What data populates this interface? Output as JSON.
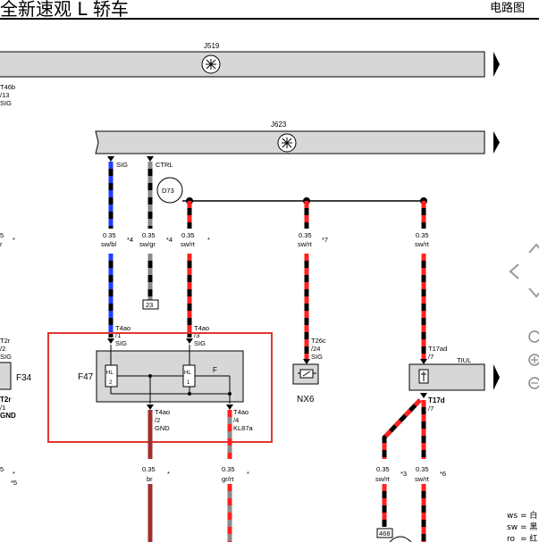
{
  "header": {
    "title": "全新速观 L 轿车",
    "doc_type": "电路图"
  },
  "colors": {
    "bus_fill": "#d7d7d7",
    "outline": "#000000",
    "sw": "#000000",
    "bl": "#1f3dff",
    "rt": "#ff2020",
    "gr": "#8a8a8a",
    "br": "#a03030",
    "highlight": "#e0372e"
  },
  "modules": {
    "j519": "J519",
    "j623": "J623",
    "f47": "F47",
    "f34": "F34",
    "nx6": "NX6",
    "d73": "D73",
    "tiul": "TIUL",
    "f47_label": "F",
    "hl": "HL",
    "hl_pin2": "2",
    "hl_pin1": "1",
    "conn_23": "23",
    "conn_468": "468"
  },
  "j623_pins": {
    "sig": "SIG",
    "ctrl": "CTRL"
  },
  "left_edge": {
    "t46b": [
      "T46b",
      "/13",
      "SIG"
    ],
    "t2r_top": [
      "T2r",
      "/2",
      "SIG"
    ],
    "t2r_bot": [
      "T2r",
      "/1",
      "GND"
    ],
    "wire_a": [
      "5",
      "r"
    ],
    "wire_a_star": "*",
    "wire_b": "5",
    "wire_b_star": "*",
    "wire_b_mark": "*5"
  },
  "wires": [
    {
      "gauge": "0.35",
      "color_code": "sw/bl",
      "mark": "*4"
    },
    {
      "gauge": "0.35",
      "color_code": "sw/gr",
      "mark": "*4"
    },
    {
      "gauge": "0.35",
      "color_code": "sw/rt",
      "mark": "*"
    },
    {
      "gauge": "0.35",
      "color_code": "sw/rt",
      "mark": "*7"
    },
    {
      "gauge": "0.35",
      "color_code": "sw/rt",
      "mark": ""
    },
    {
      "gauge": "0.35",
      "color_code": "br",
      "mark": "*"
    },
    {
      "gauge": "0.35",
      "color_code": "gr/rt",
      "mark": "*"
    },
    {
      "gauge": "0.35",
      "color_code": "sw/rt",
      "mark": "*3"
    },
    {
      "gauge": "0.35",
      "color_code": "sw/rt",
      "mark": "*6"
    }
  ],
  "connectors": {
    "t4ao_1": [
      "T4ao",
      "/1",
      "SIG"
    ],
    "t4ao_3": [
      "T4ao",
      "/3",
      "SIG"
    ],
    "t4ao_2": [
      "T4ao",
      "/2",
      "GND"
    ],
    "t4ao_4": [
      "T4ao",
      "/4",
      "KL87a"
    ],
    "t26c": [
      "T26c",
      "/24",
      "SIG"
    ],
    "t17ad": [
      "T17ad",
      "/7"
    ],
    "t17d": [
      "T17d",
      "/7"
    ]
  },
  "legend": [
    {
      "code": "ws",
      "text": "= 白"
    },
    {
      "code": "sw",
      "text": "= 黑"
    },
    {
      "code": "ro",
      "text": "= 红"
    }
  ],
  "nav_icons": [
    "chevron-up-icon",
    "chevron-left-icon",
    "chevron-down-icon",
    "search-icon",
    "zoom-in-icon",
    "zoom-out-icon"
  ]
}
